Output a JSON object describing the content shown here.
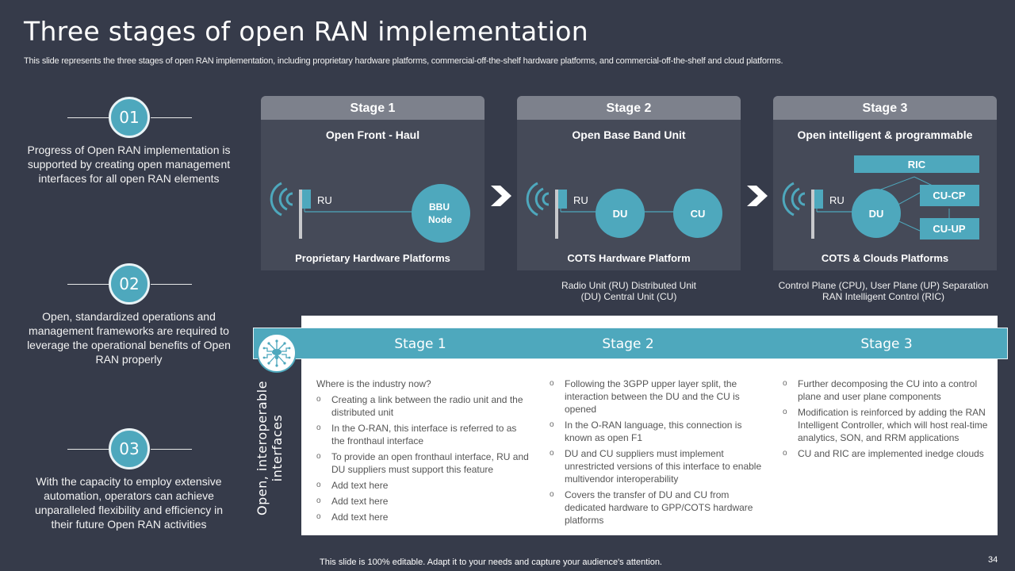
{
  "title": "Three stages of open RAN implementation",
  "subtitle": "This slide represents the three stages of open RAN implementation, including proprietary hardware platforms, commercial-off-the-shelf hardware platforms, and commercial-off-the-shelf and cloud platforms.",
  "points": [
    {
      "number": "01",
      "text": "Progress of Open RAN implementation is supported by creating open management interfaces for all open RAN elements"
    },
    {
      "number": "02",
      "text": "Open, standardized operations and management frameworks are required to leverage the operational benefits of Open RAN properly"
    },
    {
      "number": "03",
      "text": "With the capacity to employ extensive automation, operators can achieve unparalleled flexibility and efficiency in their future Open RAN activities"
    }
  ],
  "stages": [
    {
      "header": "Stage 1",
      "subtitle": "Open Front - Haul",
      "labels": {
        "ru": "RU",
        "node1": "BBU",
        "node2": "Node"
      },
      "footer": "Proprietary Hardware Platforms",
      "note": ""
    },
    {
      "header": "Stage 2",
      "subtitle": "Open Base Band Unit",
      "labels": {
        "ru": "RU",
        "du": "DU",
        "cu": "CU"
      },
      "footer": "COTS Hardware Platform",
      "note_line1": "Radio Unit (RU) Distributed Unit",
      "note_line2": "(DU) Central Unit (CU)"
    },
    {
      "header": "Stage 3",
      "subtitle": "Open intelligent & programmable",
      "labels": {
        "ru": "RU",
        "du": "DU",
        "ric": "RIC",
        "cucp": "CU-CP",
        "cuup": "CU-UP"
      },
      "footer": "COTS & Clouds  Platforms",
      "note_line1": "Control Plane (CPU), User Plane (UP) Separation",
      "note_line2": "RAN  Intelligent Control (RIC)"
    }
  ],
  "interfaces": {
    "vertical_label_line1": "Open, interoperable",
    "vertical_label_line2": "interfaces",
    "emblem_icon": "circuit-network-icon",
    "columns": [
      {
        "header": "Stage 1",
        "lead": "Where is the industry now?",
        "items": [
          "Creating  a link between  the radio unit and the distributed unit",
          "In the O-RAN, this interface  is referred  to as the fronthaul  interface",
          "To provide  an open fronthaul  interface, RU and DU  suppliers  must  support this feature",
          "Add text here",
          "Add text here",
          "Add text here"
        ]
      },
      {
        "header": "Stage 2",
        "lead": "",
        "items": [
          "Following  the 3GPP upper layer split, the interaction  between  the DU  and the CU is opened",
          "In the O-RAN language,  this connection is known as open F1",
          "DU and CU  suppliers must implement unrestricted versions  of this interface  to enable multivendor  interoperability",
          "Covers  the transfer of DU and CU from dedicated hardware  to GPP/COTS hardware  platforms"
        ]
      },
      {
        "header": "Stage 3",
        "lead": "",
        "items": [
          "Further decomposing the CU into a control plane and user plane components",
          "Modification is reinforced  by adding the RAN Intelligent Controller, which will host real-time analytics, SON, and RRM applications",
          "CU and RIC are implemented  inedge clouds"
        ]
      }
    ]
  },
  "footer": "This slide is 100% editable. Adapt it to your needs and capture your audience's attention.",
  "page_number": "34",
  "colors": {
    "background": "#363b4a",
    "accent_teal": "#4ea8bd",
    "card": "#454a58",
    "card_header": "#7d818c"
  }
}
